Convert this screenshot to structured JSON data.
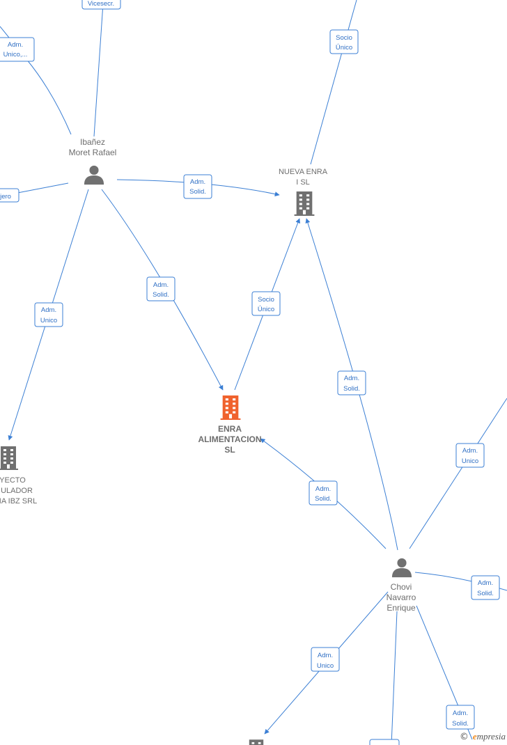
{
  "colors": {
    "edge": "#3b7fd4",
    "person": "#707070",
    "company": "#707070",
    "main_company": "#f0622d"
  },
  "nodes": {
    "ibanez": {
      "lines": [
        "Ibañez",
        "Moret Rafael"
      ],
      "icon": "person-icon"
    },
    "nueva": {
      "lines": [
        "NUEVA ENRA",
        "I  SL"
      ],
      "icon": "building-icon"
    },
    "enra": {
      "lines": [
        "ENRA",
        "ALIMENTACION",
        "SL"
      ],
      "icon": "building-icon",
      "highlight": true
    },
    "proyecto": {
      "lines": [
        "YECTO",
        "ULADOR",
        "IA IBZ SRL"
      ],
      "icon": "building-icon"
    },
    "chovi": {
      "lines": [
        "Chovi",
        "Navarro",
        "Enrique"
      ],
      "icon": "person-icon"
    },
    "bottom_company": {
      "lines": [],
      "icon": "building-icon"
    }
  },
  "edge_labels": {
    "vicesecr": [
      "Vicesecr."
    ],
    "adm_unico_top": [
      "Adm.",
      "Unico,..."
    ],
    "socio_unico_top": [
      "Socio",
      "Único"
    ],
    "jero": [
      "jero"
    ],
    "ibanez_nueva": [
      "Adm.",
      "Solid."
    ],
    "ibanez_enra": [
      "Adm.",
      "Solid."
    ],
    "ibanez_proyecto": [
      "Adm.",
      "Unico"
    ],
    "enra_nueva": [
      "Socio",
      "Único"
    ],
    "chovi_nueva": [
      "Adm.",
      "Solid."
    ],
    "chovi_right": [
      "Adm.",
      "Unico"
    ],
    "chovi_enra": [
      "Adm.",
      "Solid."
    ],
    "chovi_right2": [
      "Adm.",
      "Solid."
    ],
    "chovi_bottom": [
      "Adm.",
      "Unico"
    ],
    "chovi_bottom2": [
      "Adm.",
      "Solid."
    ]
  },
  "footer": {
    "copyright": "©",
    "brand_initial": "e",
    "brand_rest": "mpresia"
  }
}
